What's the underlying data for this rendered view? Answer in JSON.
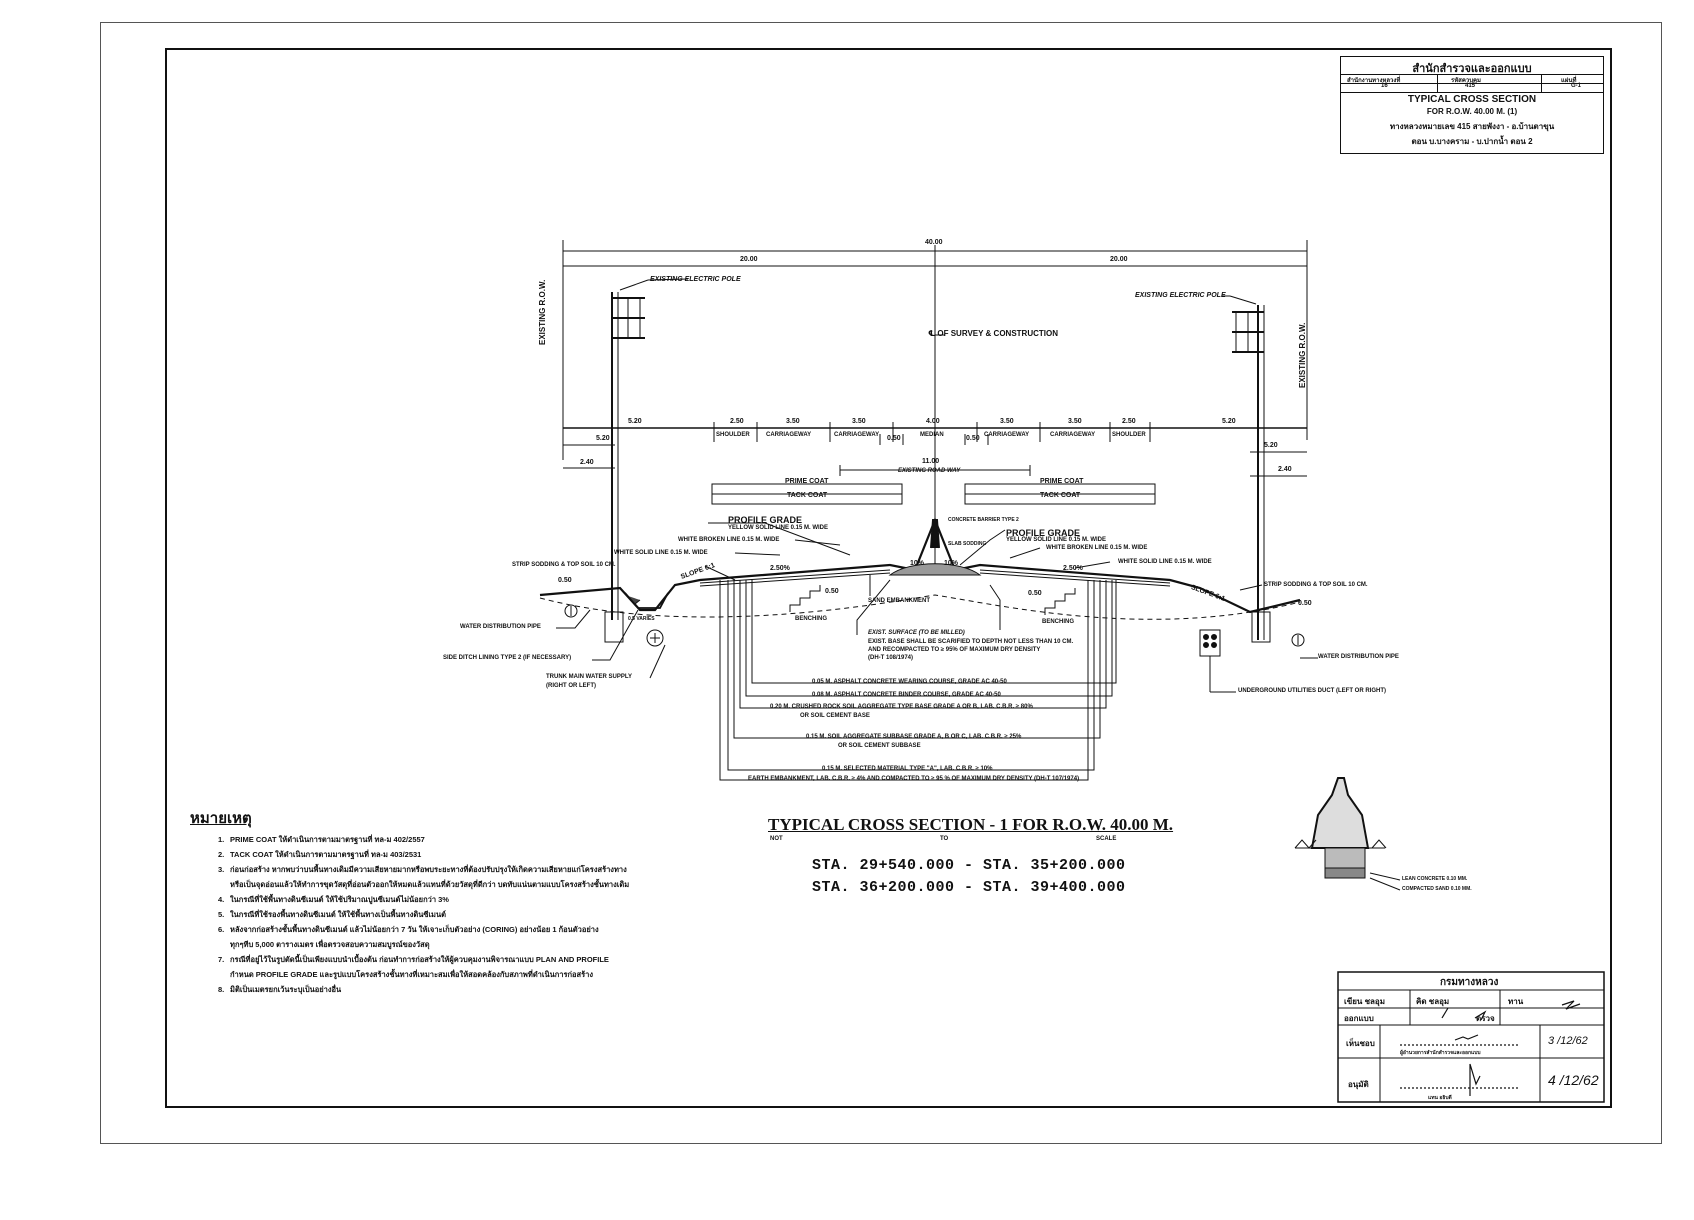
{
  "title_block": {
    "office": "สำนักสำรวจและออกแบบ",
    "col1_label": "สำนักงานทางหลวงที่",
    "col1_value": "16",
    "col2_label": "รหัสควบคุม",
    "col2_value": "415",
    "col3_label": "แผ่นที่",
    "col3_value": "G-1",
    "drawing_title": "TYPICAL CROSS SECTION",
    "drawing_subtitle": "FOR R.O.W. 40.00 M. (1)",
    "route_line1": "ทางหลวงหมายเลข 415  สายพังงา - อ.บ้านตาขุน",
    "route_line2": "ตอน บ.บางคราม - บ.ปากน้ำ ตอน 2"
  },
  "dimensions": {
    "total": "40.00",
    "half_left": "20.00",
    "half_right": "20.00",
    "d_520_left": "5.20",
    "d_250_left": "2.50",
    "d_350_a": "3.50",
    "d_350_b": "3.50",
    "d_400": "4.00",
    "d_350_c": "3.50",
    "d_350_d": "3.50",
    "d_250_right": "2.50",
    "d_520_right": "5.20",
    "d_520_left_lower": "5.20",
    "d_240_left": "2.40",
    "d_520_right_lower": "5.20",
    "d_240_right": "2.40",
    "d_050_a": "0.50",
    "d_050_b": "0.50",
    "d_050_c": "0.50",
    "d_050_d": "0.50",
    "d_1100": "11.00",
    "slope_pct_left": "2.50%",
    "slope_pct_right": "2.50%",
    "median_pct_left": "10%",
    "median_pct_right": "10%",
    "slope_left": "SLOPE 6:1",
    "slope_right": "SLOPE 6:1",
    "h050_left": "0.50",
    "h050_right": "0.50"
  },
  "labels": {
    "shoulder_l": "SHOULDER",
    "carriageway_1": "CARRIAGEWAY",
    "carriageway_2": "CARRIAGEWAY",
    "median": "MEDIAN",
    "carriageway_3": "CARRIAGEWAY",
    "carriageway_4": "CARRIAGEWAY",
    "shoulder_r": "SHOULDER",
    "centerline": "℄ OF SURVEY & CONSTRUCTION",
    "existing_pole_left": "EXISTING ELECTRIC POLE",
    "existing_pole_right": "EXISTING ELECTRIC POLE",
    "existing_row_left": "EXISTING R.O.W.",
    "existing_row_right": "EXISTING R.O.W.",
    "existing_road_way": "EXISTING ROAD WAY",
    "prime_coat_left": "PRIME COAT",
    "tack_coat_left": "TACK COAT",
    "prime_coat_right": "PRIME COAT",
    "tack_coat_right": "TACK COAT",
    "profile_grade_left": "PROFILE GRADE",
    "yellow_line_left": "YELLOW SOLID LINE 0.15 M. WIDE",
    "profile_grade_right": "PROFILE GRADE",
    "yellow_line_right": "YELLOW SOLID LINE 0.15 M. WIDE",
    "concrete_barrier": "CONCRETE BARRIER TYPE 2",
    "slab_sodding": "SLAB SODDING",
    "white_broken_left": "WHITE BROKEN LINE 0.15 M. WIDE",
    "white_solid_left": "WHITE SOLID LINE 0.15 M. WIDE",
    "white_broken_right": "WHITE BROKEN LINE 0.15 M. WIDE",
    "white_solid_right": "WHITE SOLID LINE 0.15 M. WIDE",
    "strip_sodding_left": "STRIP SODDING & TOP SOIL 10 CM.",
    "strip_sodding_right": "STRIP SODDING & TOP SOIL 10 CM.",
    "water_pipe_left": "WATER DISTRIBUTION PIPE",
    "water_pipe_right": "WATER DISTRIBUTION PIPE",
    "side_ditch": "SIDE DITCH LINING TYPE 2 (IF NECESSARY)",
    "trunk_main": "TRUNK MAIN WATER SUPPLY",
    "trunk_main_2": "(RIGHT OR LEFT)",
    "sand_embankment": "SAND EMBANKMENT",
    "benching_left": "BENCHING",
    "benching_right": "BENCHING",
    "varies": "0.5 VARIES",
    "exist_surface": "EXIST. SURFACE (TO BE MILLED)",
    "exist_base_1": "EXIST. BASE SHALL BE SCARIFIED TO DEPTH NOT LESS THAN 10 CM.",
    "exist_base_2": "AND RECOMPACTED TO ≥ 95% OF MAXIMUM DRY DENSITY",
    "exist_base_3": "(DH-T 108/1974)",
    "underground_duct": "UNDERGROUND UTILITIES DUCT (LEFT OR RIGHT)",
    "layer1": "0.05 M. ASPHALT CONCRETE WEARING COURSE, GRADE AC 40-50",
    "layer2": "0.08 M. ASPHALT CONCRETE BINDER COURSE, GRADE AC 40-50",
    "layer3a": "0.20 M. CRUSHED ROCK SOIL AGGREGATE TYPE BASE GRADE A OR B, LAB. C.B.R. ≥ 80%",
    "layer3b": "OR SOIL CEMENT BASE",
    "layer4a": "0.15 M. SOIL AGGREGATE SUBBASE GRADE A, B OR C, LAB. C.B.R. ≥ 25%",
    "layer4b": "OR SOIL CEMENT SUBBASE",
    "layer5": "0.15 M. SELECTED MATERIAL TYPE \"A\", LAB. C.B.R. ≥ 10%",
    "layer6": "EARTH EMBANKMENT, LAB. C.B.R. ≥ 4% AND COMPACTED TO ≥ 95 % OF MAXIMUM DRY DENSITY (DH-T 107/1974)",
    "barrier_lean": "LEAN CONCRETE 0.10 MM.",
    "barrier_sand": "COMPACTED SAND 0.10 MM."
  },
  "section_title": {
    "title": "TYPICAL CROSS SECTION - 1  FOR R.O.W. 40.00 M.",
    "nts_left": "NOT",
    "nts_mid": "TO",
    "nts_right": "SCALE",
    "sta_line1": "STA. 29+540.000 - STA. 35+200.000",
    "sta_line2": "STA. 36+200.000 - STA. 39+400.000"
  },
  "notes": {
    "heading": "หมายเหตุ",
    "items": [
      {
        "n": "1.",
        "text": "PRIME COAT ให้ดำเนินการตามมาตรฐานที่ ทล-ม 402/2557"
      },
      {
        "n": "2.",
        "text": "TACK COAT ให้ดำเนินการตามมาตรฐานที่ ทล-ม 403/2531"
      },
      {
        "n": "3.",
        "text": "ก่อนก่อสร้าง หากพบว่าบนพื้นทางเดิมมีความเสียหายมากหรือพบระยะทางที่ต้องปรับปรุงให้เกิดความเสียหายแก่โครงสร้างทาง"
      },
      {
        "n": "",
        "text": "หรือเป็นจุดอ่อนแล้วให้ทำการขุดวัสดุที่อ่อนตัวออกให้หมดแล้วแทนที่ด้วยวัสดุที่ดีกว่า บดทับแน่นตามแบบโครงสร้างชั้นทางเดิม"
      },
      {
        "n": "4.",
        "text": "ในกรณีที่ใช้พื้นทางดินซีเมนต์ ให้ใช้ปริมาณปูนซีเมนต์ไม่น้อยกว่า 3%"
      },
      {
        "n": "5.",
        "text": "ในกรณีที่ใช้รองพื้นทางดินซีเมนต์ ให้ใช้พื้นทางเป็นพื้นทางดินซีเมนต์"
      },
      {
        "n": "6.",
        "text": "หลังจากก่อสร้างชั้นพื้นทางดินซีเมนต์ แล้วไม่น้อยกว่า 7 วัน ให้เจาะเก็บตัวอย่าง (CORING) อย่างน้อย 1 ก้อนตัวอย่าง"
      },
      {
        "n": "",
        "text": "ทุกๆทีบ 5,000 ตารางเมตร เพื่อตรวจสอบความสมบูรณ์ของวัสดุ"
      },
      {
        "n": "7.",
        "text": "กรณีที่อยู่ไว้ในรูปตัดนี้เป็นเพียงแบบนำเบื้องต้น ก่อนทำการก่อสร้างให้ผู้ควบคุมงานพิจารณาแบบ PLAN AND PROFILE"
      },
      {
        "n": "",
        "text": "กำหนด PROFILE GRADE และรูปแบบโครงสร้างชั้นทางที่เหมาะสมเพื่อให้สอดคล้องกับสภาพที่ดำเนินการก่อสร้าง"
      },
      {
        "n": "8.",
        "text": "มิติเป็นเมตรยกเว้นระบุเป็นอย่างอื่น"
      }
    ]
  },
  "approval_block": {
    "dept": "กรมทางหลวง",
    "drawn": "เขียน  ชลอุม",
    "checked": "คิด  ชลอุม",
    "work": "ทาน",
    "designed": "ออกแบบ",
    "inspect": "ตรวจ",
    "proposed": "เห็นชอบ",
    "director_label": "ผู้อำนวยการสำนักสำรวจและออกแบบ",
    "date1": "3 /12/62",
    "approved": "อนุมัติ",
    "approver_label": "แทน  อธิบดี",
    "date2": "4 /12/62"
  }
}
